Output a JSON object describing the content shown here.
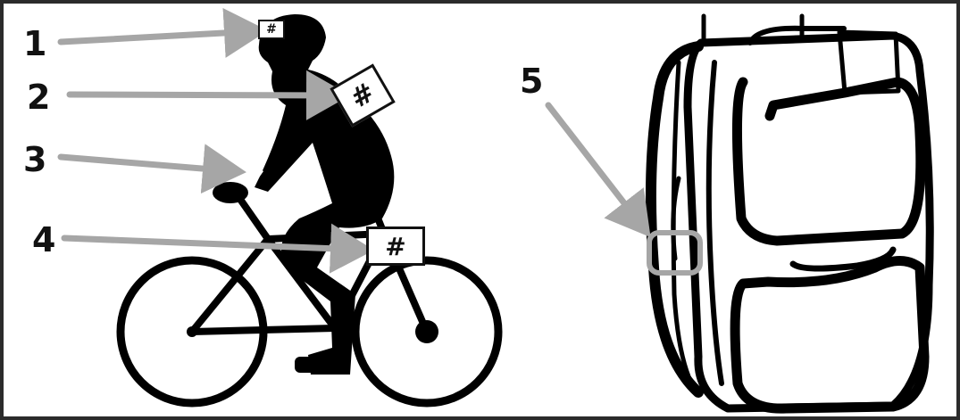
{
  "callouts": [
    {
      "number": "1",
      "tag": "#"
    },
    {
      "number": "2",
      "tag": "#"
    },
    {
      "number": "3"
    },
    {
      "number": "4",
      "tag": "#"
    },
    {
      "number": "5"
    }
  ],
  "colors": {
    "arrow": "#a6a6a6",
    "silhouette": "#000000",
    "border": "#2b2b2b",
    "background": "#ffffff"
  }
}
